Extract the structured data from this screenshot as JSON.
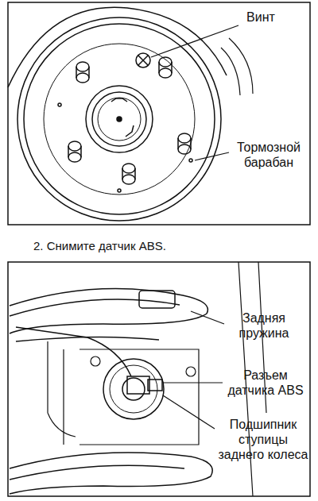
{
  "diagram": {
    "labels": [
      "Винт",
      "Тормозной барабан",
      "2. Снимите датчик ABS.",
      "Задняя пружина",
      "Разъем датчика ABS",
      "Подшипник ступицы заднего колеса"
    ]
  }
}
